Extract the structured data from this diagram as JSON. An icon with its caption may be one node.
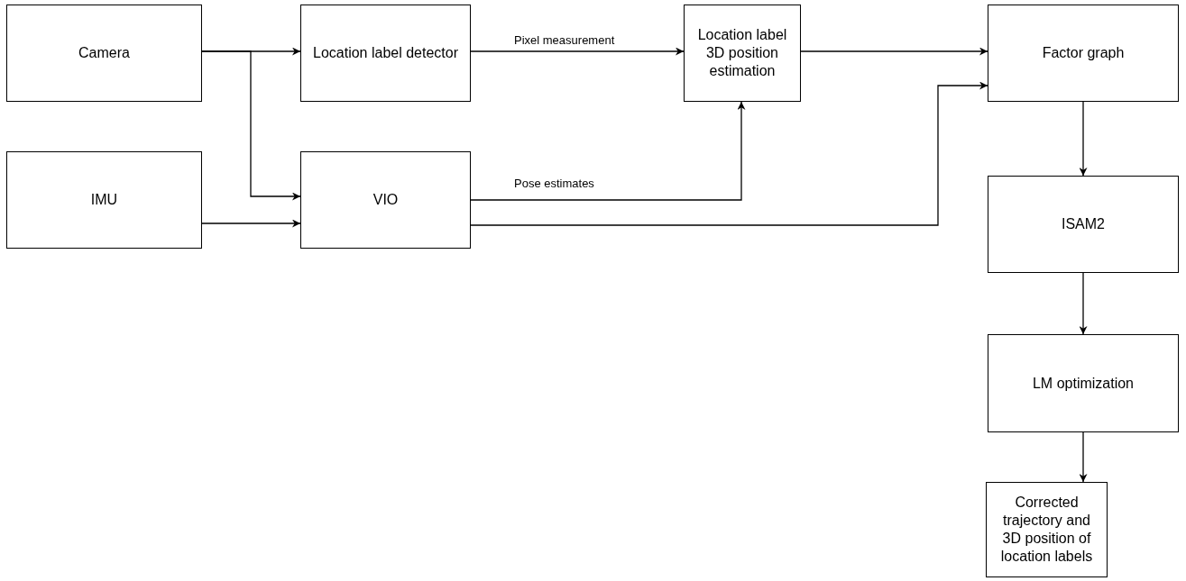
{
  "diagram": {
    "nodes": [
      {
        "text": [
          "Camera"
        ]
      },
      {
        "text": [
          "IMU"
        ]
      },
      {
        "text": [
          "Location label detector"
        ]
      },
      {
        "text": [
          "VIO"
        ]
      },
      {
        "text": [
          "Location label 3D position estimation"
        ]
      },
      {
        "text": [
          "Factor graph"
        ]
      },
      {
        "text": [
          "ISAM2"
        ]
      },
      {
        "text": [
          "LM optimization"
        ]
      },
      {
        "text": [
          "Corrected trajectory and 3D position of location labels"
        ]
      }
    ],
    "edges": [
      {
        "from": 0,
        "to": 2,
        "arrow": "to"
      },
      {
        "from": 0,
        "to": 3,
        "arrow": "to"
      },
      {
        "from": 1,
        "to": 3,
        "arrow": "to"
      },
      {
        "from": 2,
        "to": 4,
        "arrow": "to",
        "label": "Pixel measurement"
      },
      {
        "from": 3,
        "to": 4,
        "arrow": "to",
        "label": "Pose estimates"
      },
      {
        "from": 4,
        "to": 5,
        "arrow": "to"
      },
      {
        "from": 3,
        "to": 5,
        "arrow": "to"
      },
      {
        "from": 5,
        "to": 6,
        "arrow": "to"
      },
      {
        "from": 6,
        "to": 7,
        "arrow": "to"
      },
      {
        "from": 7,
        "to": 8,
        "arrow": "to"
      }
    ]
  }
}
